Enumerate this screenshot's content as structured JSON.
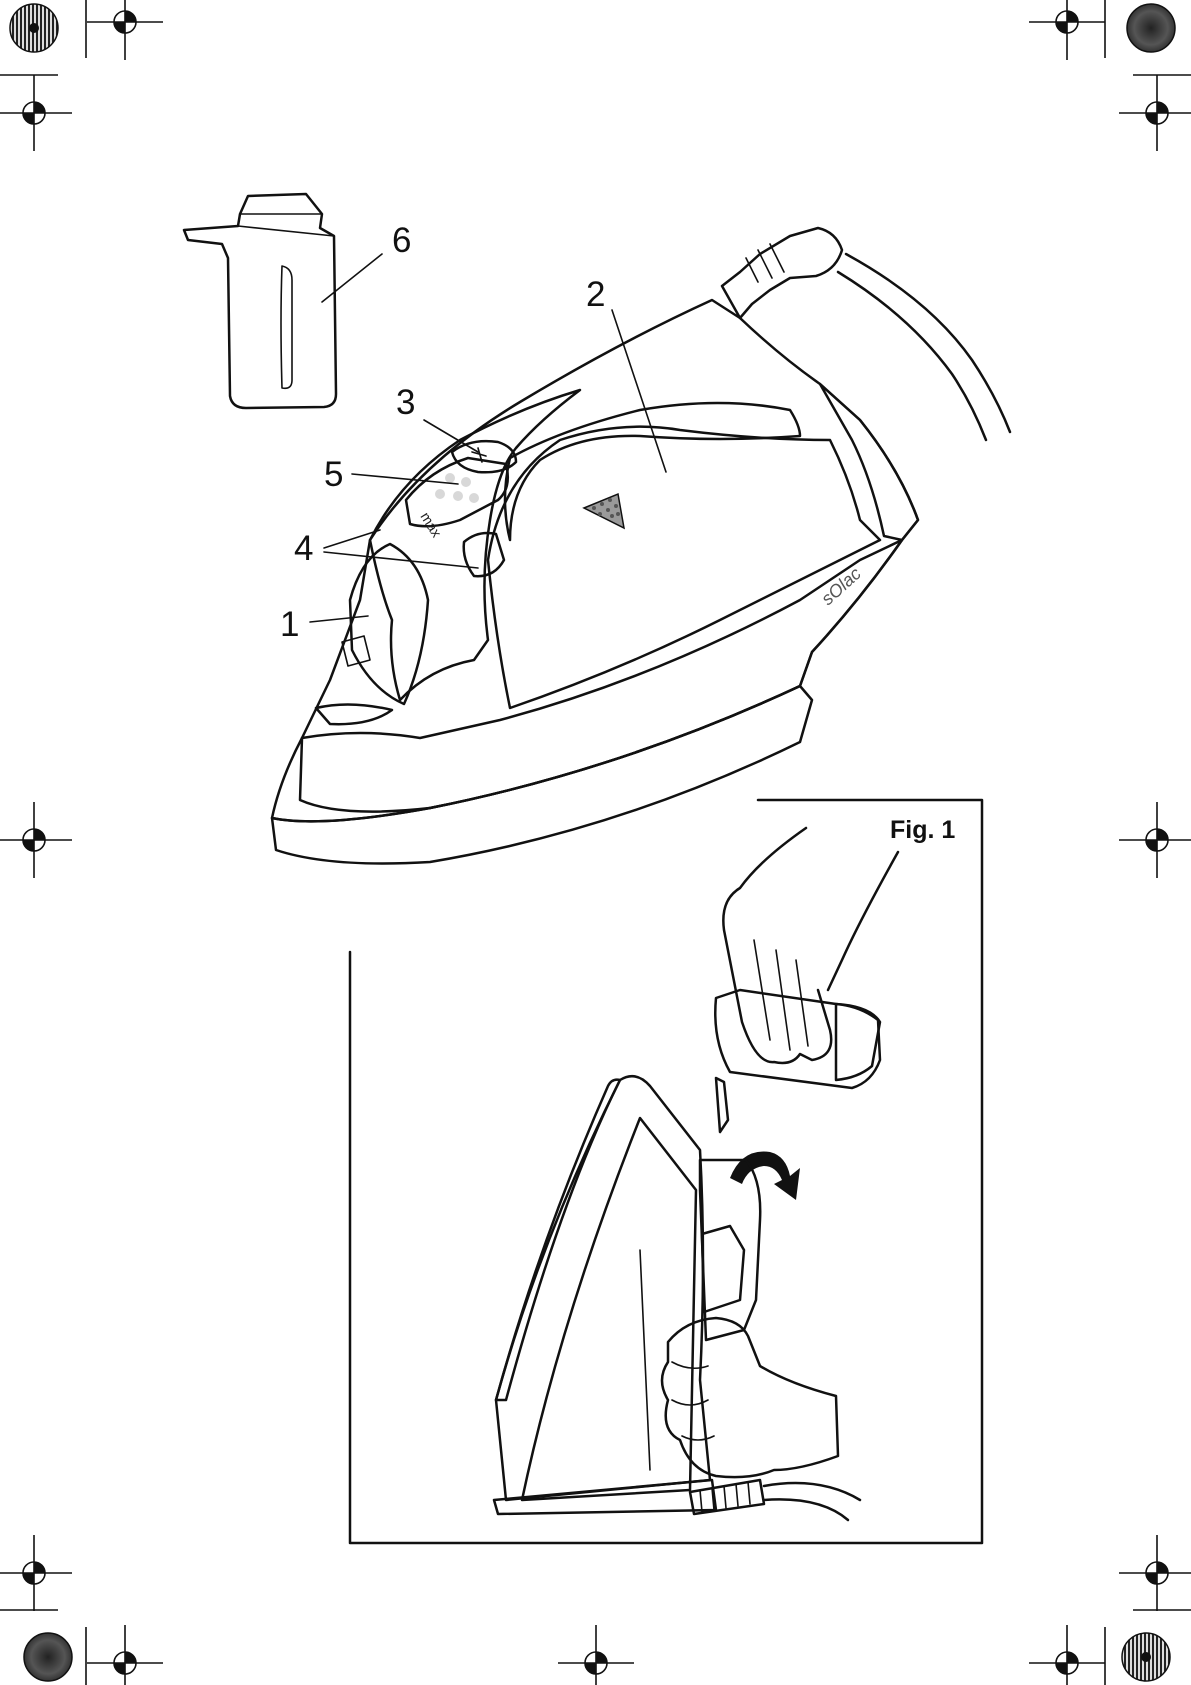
{
  "figure_caption": "Fig. 1",
  "brand_logo": "sOlac",
  "callouts": [
    {
      "id": "1",
      "text": "1"
    },
    {
      "id": "2",
      "text": "2"
    },
    {
      "id": "3",
      "text": "3"
    },
    {
      "id": "4",
      "text": "4"
    },
    {
      "id": "5",
      "text": "5"
    },
    {
      "id": "6",
      "text": "6"
    }
  ],
  "control_panel_text": "max",
  "icons": {
    "registration_mark": "crosshair-registration-icon",
    "color_wheel": "radial-color-bar-icon",
    "steam_arrow": "curved-arrow-icon"
  },
  "colors": {
    "ink": "#111111",
    "body_grey": "#c8c8c8",
    "dark_grey": "#7a7a7a",
    "panel_grey": "#8f8f8f"
  }
}
